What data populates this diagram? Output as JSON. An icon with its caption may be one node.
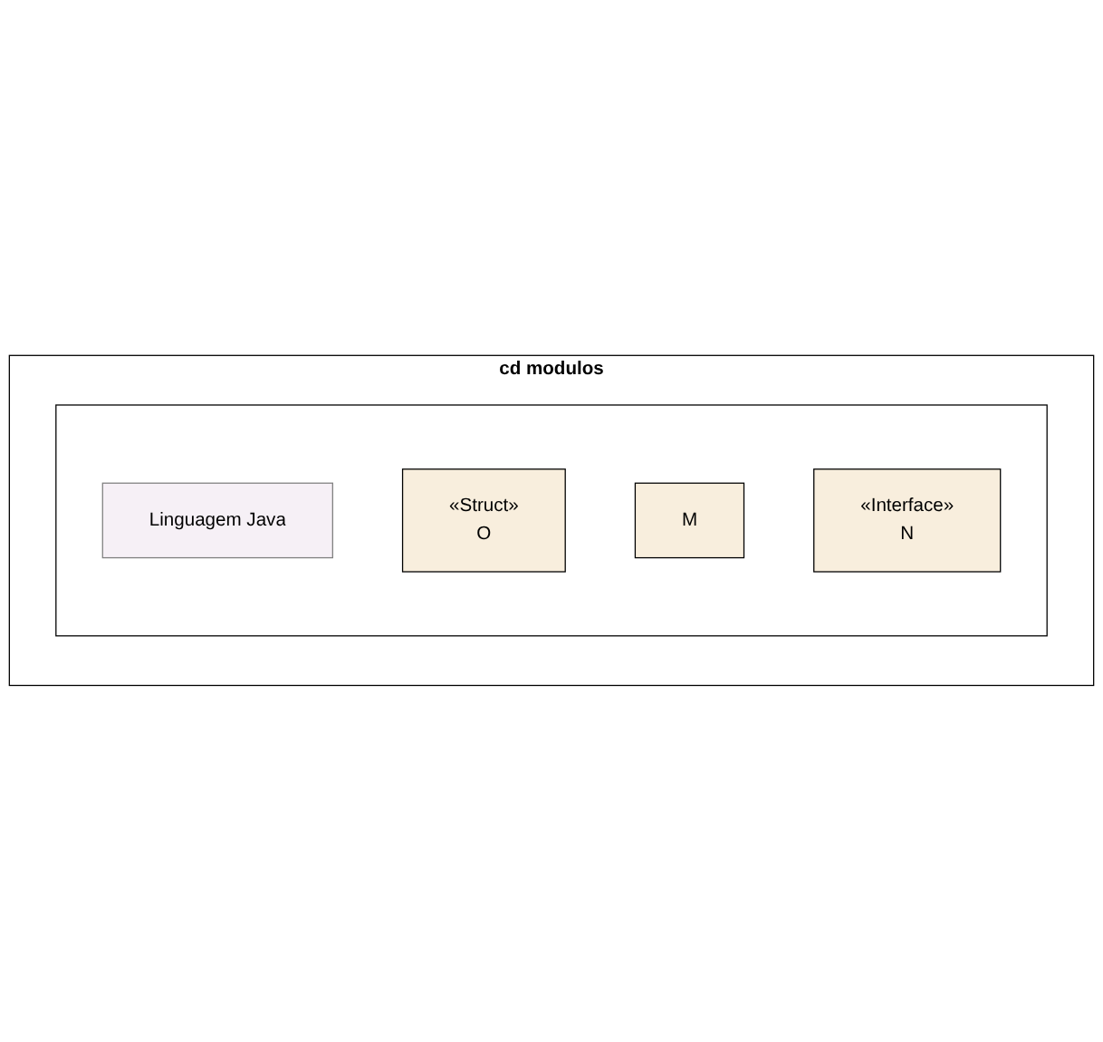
{
  "diagram": {
    "nodes": [
      {
        "text": [
          "cd modulos"
        ]
      },
      {
        "text": [],
        "shape": "box",
        "in": 0
      },
      {
        "text": [
          "Linguagem Java"
        ],
        "in": 1
      },
      {
        "text": [
          "«Struct»",
          "O"
        ],
        "in": 1
      },
      {
        "text": [
          "M"
        ],
        "in": 1
      },
      {
        "text": [
          "«Interface»",
          "N"
        ],
        "in": 1
      }
    ]
  }
}
